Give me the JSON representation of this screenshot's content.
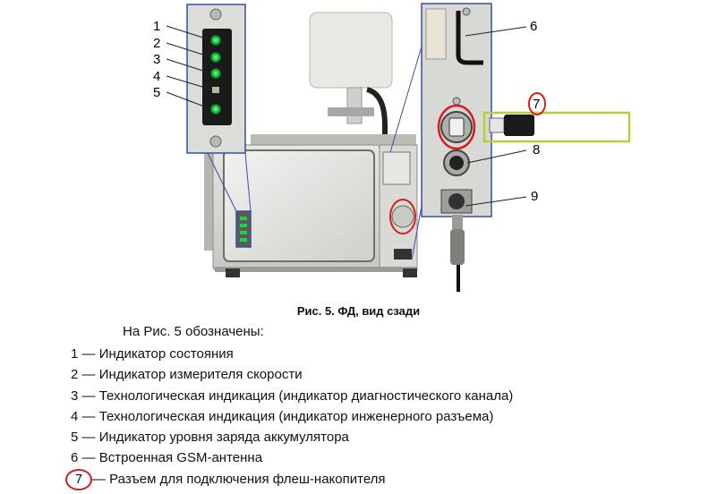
{
  "figure": {
    "callouts_left": [
      "1",
      "2",
      "3",
      "4",
      "5"
    ],
    "callouts_right": [
      "6",
      "7",
      "8",
      "9"
    ]
  },
  "caption": "Рис. 5. ФД, вид сзади",
  "intro": "На Рис. 5 обозначены:",
  "legend": [
    {
      "num": "1",
      "sep": " — ",
      "text": "Индикатор состояния"
    },
    {
      "num": "2",
      "sep": " — ",
      "text": "Индикатор измерителя скорости"
    },
    {
      "num": "3",
      "sep": " — ",
      "text": "Технологическая индикация (индикатор диагностического канала)"
    },
    {
      "num": "4",
      "sep": " — ",
      "text": "Технологическая индикация (индикатор инженерного разъема)"
    },
    {
      "num": "5",
      "sep": " — ",
      "text": "Индикатор уровня заряда аккумулятора"
    },
    {
      "num": "6",
      "sep": " — ",
      "text": "Встроенная GSM-антенна"
    },
    {
      "num": "7",
      "sep": "— ",
      "text": "Разъем для подключения флеш-накопителя"
    }
  ],
  "colors": {
    "callout_box": "#3a4fa0",
    "highlight_red": "#d21e1e",
    "highlight_green": "#b5cf38",
    "led_green": "#1fd14a"
  }
}
